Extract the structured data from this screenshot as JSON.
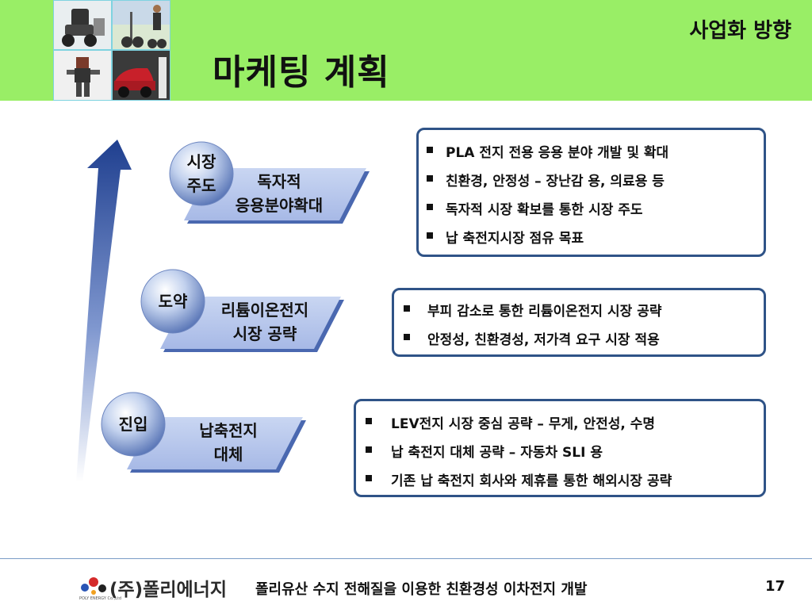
{
  "header": {
    "section_title": "사업화 방향",
    "slide_title": "마케팅 계획"
  },
  "levels": [
    {
      "circle": "시장\n주도",
      "label": "독자적\n응용분야확대",
      "bullets": [
        "PLA 전지 전용 응용 분야 개발 및 확대",
        "친환경, 안정성 – 장난감 용, 의료용 등",
        "독자적 시장 확보를 통한 시장 주도",
        "납 축전지시장  점유 목표"
      ]
    },
    {
      "circle": "도약",
      "label": "리튬이온전지\n시장 공략",
      "bullets": [
        "부피 감소로 통한 리튬이온전지 시장 공략",
        "안정성, 친환경성, 저가격 요구 시장 적용"
      ]
    },
    {
      "circle": "진입",
      "label": "납축전지\n대체",
      "bullets": [
        "LEV전지 시장 중심 공략 – 무게, 안전성, 수명",
        "납 축전지 대체 공략 – 자동차 SLI 용",
        "기존 납 축전지 회사와 제휴를 통한 해외시장 공략"
      ]
    }
  ],
  "footer": {
    "company": "(주)폴리에너지",
    "company_sub": "POLY ENERGY Co.,Ltd",
    "description": "폴리유산 수지 전해질을 이용한 친환경성 이차전지 개발",
    "page_number": "17"
  },
  "colors": {
    "header_bg": "#99ee66",
    "box_border": "#2f5387",
    "arrow": "#2a4a9a",
    "parallelogram": "#b8c8ee"
  }
}
